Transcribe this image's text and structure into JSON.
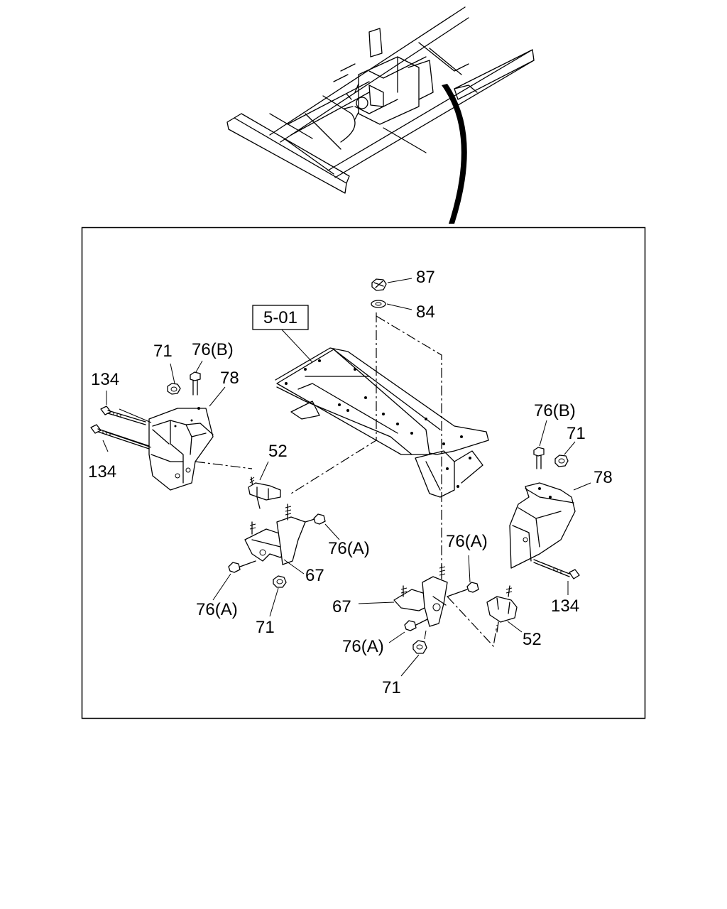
{
  "diagram": {
    "reference_box": "5-01",
    "callouts": [
      {
        "key": "c87",
        "text": "87"
      },
      {
        "key": "c84",
        "text": "84"
      },
      {
        "key": "c71_l",
        "text": "71"
      },
      {
        "key": "c76b_l",
        "text": "76(B)"
      },
      {
        "key": "c78_l",
        "text": "78"
      },
      {
        "key": "c134_l1",
        "text": "134"
      },
      {
        "key": "c134_l2",
        "text": "134"
      },
      {
        "key": "c52_l",
        "text": "52"
      },
      {
        "key": "c76a_l1",
        "text": "76(A)"
      },
      {
        "key": "c67_l",
        "text": "67"
      },
      {
        "key": "c76a_l2",
        "text": "76(A)"
      },
      {
        "key": "c71_l2",
        "text": "71"
      },
      {
        "key": "c76b_r",
        "text": "76(B)"
      },
      {
        "key": "c71_r",
        "text": "71"
      },
      {
        "key": "c78_r",
        "text": "78"
      },
      {
        "key": "c76a_r1",
        "text": "76(A)"
      },
      {
        "key": "c134_r",
        "text": "134"
      },
      {
        "key": "c67_r",
        "text": "67"
      },
      {
        "key": "c52_r",
        "text": "52"
      },
      {
        "key": "c76a_r2",
        "text": "76(A)"
      },
      {
        "key": "c71_r2",
        "text": "71"
      }
    ]
  }
}
